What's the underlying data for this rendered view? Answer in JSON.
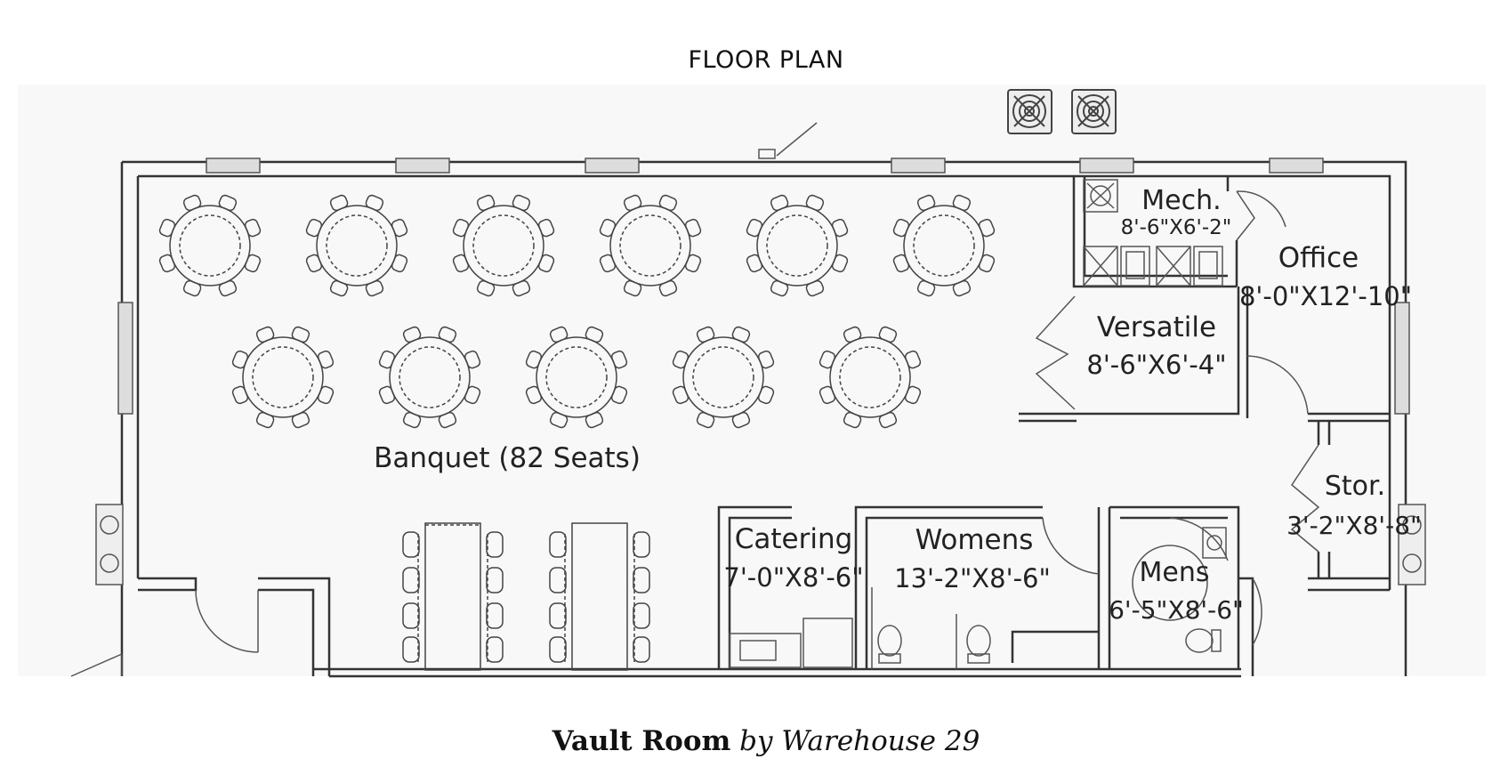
{
  "heading": "FLOOR PLAN",
  "rooms": {
    "banquet": {
      "label": "Banquet (82 Seats)"
    },
    "mech": {
      "label": "Mech.",
      "size": "8'-6\"X6'-2\""
    },
    "office": {
      "label": "Office",
      "size": "8'-0\"X12'-10\""
    },
    "versatile": {
      "label": "Versatile",
      "size": "8'-6\"X6'-4\""
    },
    "storage": {
      "label": "Stor.",
      "size": "3'-2\"X8'-8\""
    },
    "catering": {
      "label": "Catering",
      "size": "7'-0\"X8'-6\""
    },
    "womens": {
      "label": "Womens",
      "size": "13'-2\"X8'-6\""
    },
    "mens": {
      "label": "Mens",
      "size": "6'-5\"X8'-6\""
    }
  },
  "caption": {
    "name": "Vault Room",
    "by": "by Warehouse 29"
  },
  "colors": {
    "line": "#333333",
    "background": "#f6f6f6"
  }
}
